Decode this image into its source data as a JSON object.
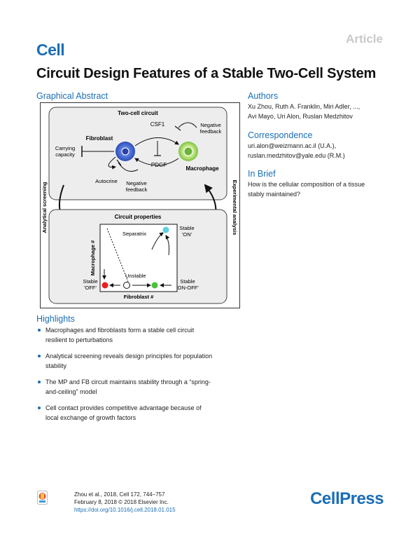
{
  "header": {
    "article_label": "Article",
    "journal": "Cell",
    "title": "Circuit Design Features of a Stable Two-Cell System"
  },
  "graphical_abstract": {
    "heading": "Graphical Abstract",
    "top_panel_title": "Two-cell circuit",
    "fibroblast": "Fibroblast",
    "macrophage": "Macrophage",
    "csf1": "CSF1",
    "pdgf": "PDGF",
    "negative_feedback_top": "Negative feedback",
    "carrying_capacity": "Carrying capacity",
    "autocrine": "Autocrine",
    "negative_feedback_bottom": "Negative feedback",
    "analytical_screening": "Analytical screening",
    "experimental_analysis": "Experimental analysis",
    "bottom_panel_title": "Circuit properties",
    "y_axis": "Macrophage #",
    "x_axis": "Fibroblast #",
    "separatrix": "Separatrix",
    "unstable": "Unstable",
    "stable_on": "Stable 'ON'",
    "stable_off": "Stable 'OFF'",
    "stable_on_off": "Stable 'ON-OFF'"
  },
  "authors": {
    "heading": "Authors",
    "line1": "Xu Zhou, Ruth A. Franklin, Miri Adler, ...,",
    "line2": "Avi Mayo, Uri Alon, Ruslan Medzhitov"
  },
  "correspondence": {
    "heading": "Correspondence",
    "line1": "uri.alon@weizmann.ac.il (U.A.),",
    "line2": "ruslan.medzhitov@yale.edu (R.M.)"
  },
  "in_brief": {
    "heading": "In Brief",
    "line1": "How is the cellular composition of a tissue",
    "line2": "stably maintained?"
  },
  "highlights": {
    "heading": "Highlights",
    "items": [
      {
        "line1": "Macrophages and fibroblasts form a stable cell circuit",
        "line2": "resilient to perturbations"
      },
      {
        "line1": "Analytical screening reveals design principles for population",
        "line2": "stability"
      },
      {
        "line1": "The MP and FB circuit maintains stability through a “spring-",
        "line2": "and-ceiling” model"
      },
      {
        "line1": "Cell contact provides competitive advantage because of",
        "line2": "local exchange of growth factors"
      }
    ]
  },
  "footer": {
    "citation": "Zhou et al., 2018, Cell 172, 744–757",
    "date": "February 8, 2018 © 2018 Elsevier Inc.",
    "doi": "https://doi.org/10.1016/j.cell.2018.01.015",
    "publisher": "CellPress"
  },
  "colors": {
    "accent": "#1a6eb5",
    "fibroblast": "#5b7fe0",
    "macrophage": "#8fd14f",
    "stable_on": "#5fd0e0",
    "stable_off": "#e8201e",
    "stable_on_off": "#46c33a"
  }
}
